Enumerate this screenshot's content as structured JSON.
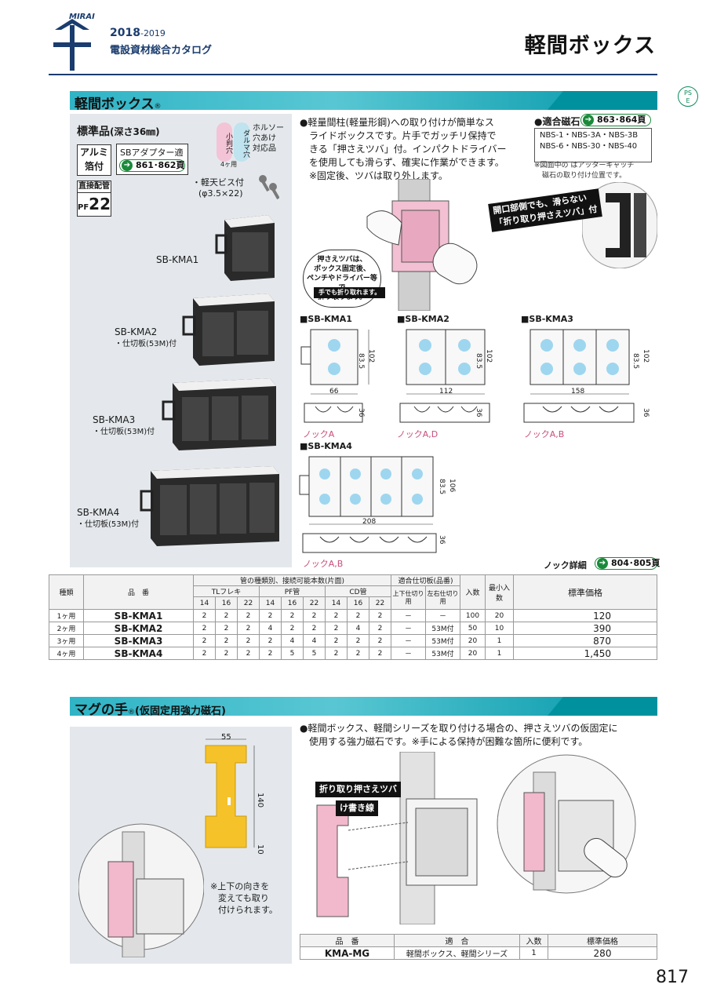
{
  "header": {
    "brand": "MIRAI",
    "year_main": "2018",
    "year_sub": "-2019",
    "catalog": "電設資材総合カタログ",
    "page_title": "軽間ボックス"
  },
  "section1": {
    "title": "軽間ボックス",
    "reg": "®",
    "pse_top": "PS",
    "pse_bottom": "E",
    "standard": "標準品",
    "depth": "(深さ36㎜)",
    "pill_small": "小判穴",
    "pill_dalma": "ダルマ穴",
    "hole_text": [
      "ホルソー",
      "穴あけ",
      "対応品"
    ],
    "four_use": "4ヶ用",
    "tag_alumi": [
      "アルミ",
      "箔付"
    ],
    "tag_direct": "直接配管",
    "tag_pf": "PF",
    "tag_pf_num": "22",
    "sb_adapter": "SBアダプター適合",
    "sb_adapter_ref": "861･862頁",
    "screw": [
      "・軽天ビス付",
      "(φ3.5×22)"
    ],
    "models": [
      {
        "name": "SB-KMA1",
        "sub": ""
      },
      {
        "name": "SB-KMA2",
        "sub": "・仕切板(53M)付"
      },
      {
        "name": "SB-KMA3",
        "sub": "・仕切板(53M)付"
      },
      {
        "name": "SB-KMA4",
        "sub": "・仕切板(53M)付"
      }
    ],
    "description": [
      "●軽量間柱(軽量形鋼)への取り付けが簡単なス",
      "ライドボックスです。片手でガッチリ保持で",
      "きる「押さえツバ」付。インパクトドライバー",
      "を使用しても滑らず、確実に作業ができます。",
      "※固定後、ツバは取り外します。"
    ],
    "fit_title": "●適合磁石",
    "fit_ref": "863･864頁",
    "fit_items": [
      "NBS-1・NBS-3A・NBS-3B",
      "NBS-6・NBS-30・NBS-40"
    ],
    "note_blue": [
      "※図面中の  はアッターキャッチ",
      "磁石の取り付け位置です。"
    ],
    "callout_open": [
      "開口部側でも、滑らない",
      "「折り取り押さえツバ」付"
    ],
    "callout_bubble": [
      "押さえツバは、",
      "ボックス固定後、",
      "ペンチやドライバー等で",
      "折り取ります。"
    ],
    "callout_hand": "手でも折り取れます。",
    "diagrams": [
      {
        "title": "■SB-KMA1",
        "width": "66",
        "h1": "83.5",
        "h2": "102",
        "depth": "36",
        "knock": "ノックA"
      },
      {
        "title": "■SB-KMA2",
        "width": "112",
        "h1": "83.5",
        "h2": "102",
        "depth": "36",
        "knock": "ノックA,D"
      },
      {
        "title": "■SB-KMA3",
        "width": "158",
        "h1": "83.5",
        "h2": "102",
        "depth": "36",
        "knock": "ノックA,B"
      },
      {
        "title": "■SB-KMA4",
        "width": "208",
        "h1": "83.5",
        "h2": "106",
        "depth": "36",
        "knock": "ノックA,B"
      }
    ],
    "knock_detail": "ノック詳細",
    "knock_detail_ref": "804･805頁"
  },
  "table1": {
    "h_type": "種類",
    "h_model": "品　番",
    "h_pipes": "管の種類別、接続可能本数(片面)",
    "h_tl": "TLフレキ",
    "h_pf": "PF管",
    "h_cd": "CD管",
    "h_sizes": [
      "14",
      "16",
      "22",
      "14",
      "16",
      "22",
      "14",
      "16",
      "22"
    ],
    "h_partition": "適合仕切板(品番)",
    "h_updown": "上下仕切り用",
    "h_lr": "左右仕切り用",
    "h_qty": "入数",
    "h_minqty": "最小入数",
    "h_price": "標準価格",
    "rows": [
      {
        "type": "1ヶ用",
        "model": "SB-KMA1",
        "v": [
          "2",
          "2",
          "2",
          "2",
          "2",
          "2",
          "2",
          "2",
          "2"
        ],
        "ud": "－",
        "lr": "－",
        "qty": "100",
        "min": "20",
        "price": "120"
      },
      {
        "type": "2ヶ用",
        "model": "SB-KMA2",
        "v": [
          "2",
          "2",
          "2",
          "4",
          "2",
          "2",
          "2",
          "4",
          "2"
        ],
        "ud": "－",
        "lr": "53M付",
        "qty": "50",
        "min": "10",
        "price": "390"
      },
      {
        "type": "3ヶ用",
        "model": "SB-KMA3",
        "v": [
          "2",
          "2",
          "2",
          "2",
          "4",
          "4",
          "2",
          "2",
          "2"
        ],
        "ud": "－",
        "lr": "53M付",
        "qty": "20",
        "min": "1",
        "price": "870"
      },
      {
        "type": "4ヶ用",
        "model": "SB-KMA4",
        "v": [
          "2",
          "2",
          "2",
          "2",
          "5",
          "5",
          "2",
          "2",
          "2"
        ],
        "ud": "－",
        "lr": "53M付",
        "qty": "20",
        "min": "1",
        "price": "1,450"
      }
    ]
  },
  "section2": {
    "title": "マグの手",
    "reg": "®",
    "sub": "(仮固定用強力磁石)",
    "description": [
      "●軽間ボックス、軽間シリーズを取り付ける場合の、押さえツバの仮固定に",
      "使用する強力磁石です。※手による保持が困難な箇所に便利です。"
    ],
    "dim_w": "55",
    "dim_h": "140",
    "dim_t": "10",
    "note": [
      "※上下の向きを",
      "変えても取り",
      "付けられます。"
    ],
    "callout1": "折り取り押さえツバ",
    "callout2": "け書き線"
  },
  "table2": {
    "h_model": "品　番",
    "h_fit": "適　合",
    "h_qty": "入数",
    "h_price": "標準価格",
    "row": {
      "model": "KMA-MG",
      "fit": "軽間ボックス、軽間シリーズ",
      "qty": "1",
      "price": "280"
    }
  },
  "page_number": "817"
}
